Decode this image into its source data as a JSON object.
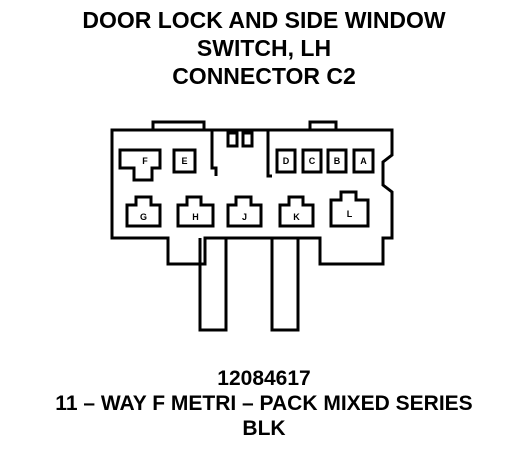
{
  "title": {
    "line1": "DOOR LOCK AND SIDE WINDOW",
    "line2": "SWITCH, LH",
    "line3": "CONNECTOR C2"
  },
  "pins": {
    "F": "F",
    "E": "E",
    "D": "D",
    "C": "C",
    "B": "B",
    "A": "A",
    "G": "G",
    "H": "H",
    "J": "J",
    "K": "K",
    "L": "L"
  },
  "footer": {
    "part_number": "12084617",
    "description": "11 – WAY F METRI – PACK MIXED SERIES",
    "color": "BLK"
  },
  "colors": {
    "line": "#000000",
    "background": "#ffffff"
  }
}
